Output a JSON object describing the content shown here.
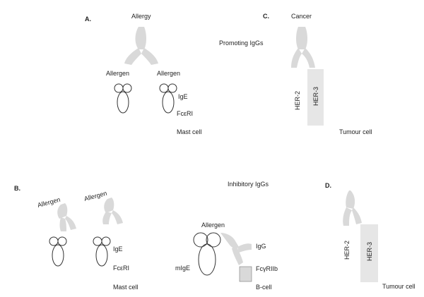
{
  "panels": {
    "a": {
      "letter": "A.",
      "title": "Allergy",
      "allergen_1": "Allergen",
      "allergen_2": "Allergen",
      "ige": "IgE",
      "receptor": "FcεRI",
      "cell": "Mast cell"
    },
    "b": {
      "letter": "B.",
      "allergen_1": "Allergen",
      "allergen_2": "Allergen",
      "allergen_3": "Allergen",
      "ige": "IgE",
      "receptor": "FcεRI",
      "mast_cell": "Mast cell",
      "migE": "mIgE",
      "igg": "IgG",
      "fc_receptor": "FcγRIIb",
      "b_cell": "B-cell"
    },
    "c": {
      "letter": "C.",
      "title": "Cancer",
      "her2": "HER-2",
      "her3": "HER-3",
      "cell": "Tumour cell"
    },
    "d": {
      "letter": "D.",
      "her2": "HER-2",
      "her3": "HER-3",
      "cell": "Tumour cell"
    }
  },
  "middle_labels": {
    "promoting": "Promoting IgGs",
    "inhibitory": "Inhibitory IgGs"
  },
  "colors": {
    "antibody_shade": "#d9d9d9",
    "receptor_shade": "#e6e6e6",
    "outline": "#333333",
    "text": "#222222"
  }
}
